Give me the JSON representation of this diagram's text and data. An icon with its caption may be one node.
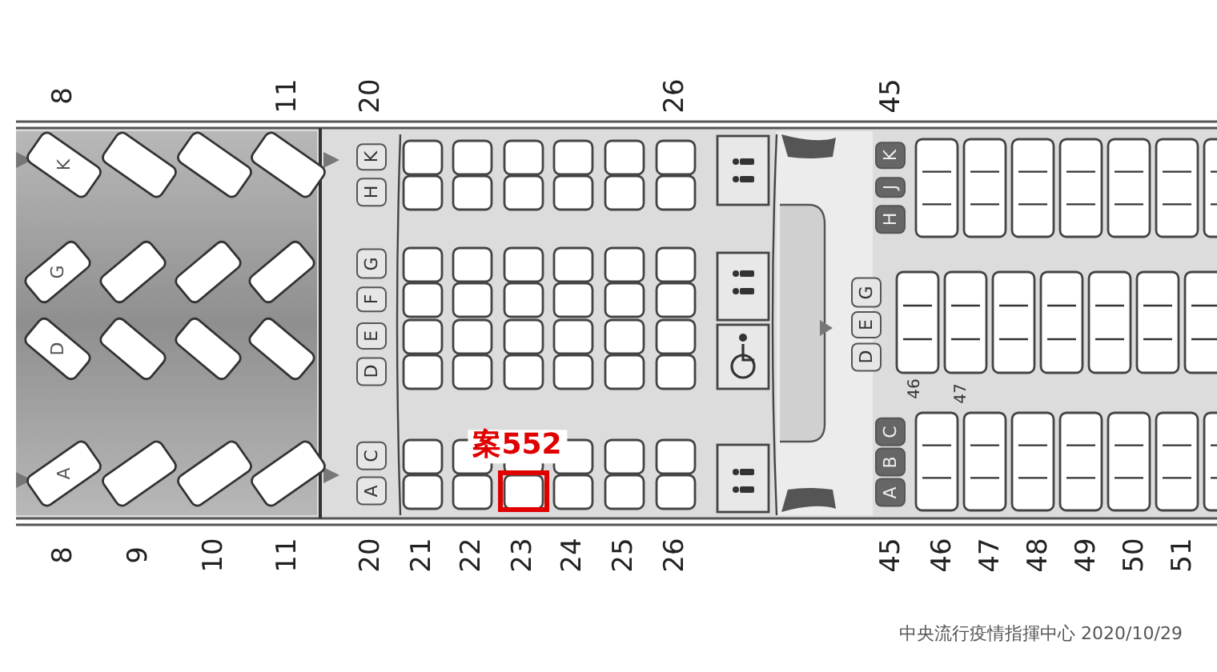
{
  "diagram": {
    "nodes": [
      {
        "text": [],
        "shape": "box",
        "beside": [
          "案552"
        ]
      }
    ],
    "labels": [
      "8",
      "11",
      "20",
      "26",
      "45",
      "K",
      "G",
      "D",
      "A",
      "K",
      "H",
      "G",
      "F",
      "E",
      "D",
      "C",
      "A",
      "K",
      "J",
      "H",
      "G",
      "E",
      "D",
      "46",
      "47",
      "C",
      "B",
      "A",
      "8",
      "9",
      "10",
      "11",
      "20",
      "21",
      "22",
      "23",
      "24",
      "25",
      "26",
      "45",
      "46",
      "47",
      "48",
      "49",
      "50",
      "51",
      "中央流行疫情指揮中心 2020/10/29"
    ]
  }
}
